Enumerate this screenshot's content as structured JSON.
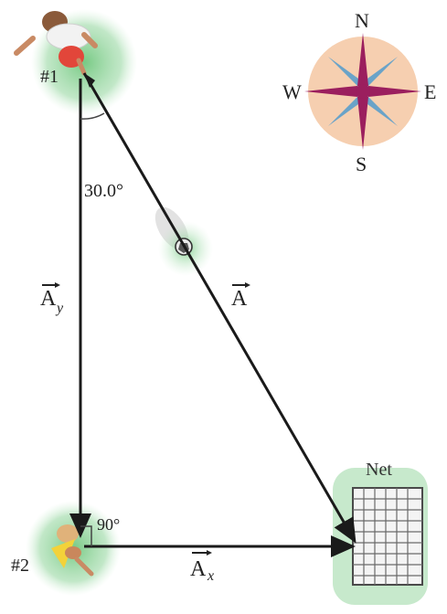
{
  "labels": {
    "player1": "#1",
    "player2": "#2",
    "angle_top": "30.0°",
    "angle_right": "90°",
    "vector_a": "A",
    "vector_ay": "A",
    "vector_ay_sub": "y",
    "vector_ax": "A",
    "vector_ax_sub": "x",
    "net": "Net"
  },
  "compass": {
    "north": "N",
    "south": "S",
    "east": "E",
    "west": "W"
  },
  "colors": {
    "vector": "#1a1a1a",
    "player_glow": "#7fd08a",
    "compass_disk": "#f6cfb0",
    "compass_main": "#9b1f5e",
    "compass_minor": "#6aa3c8",
    "net_glow": "#9fd6a8"
  }
}
